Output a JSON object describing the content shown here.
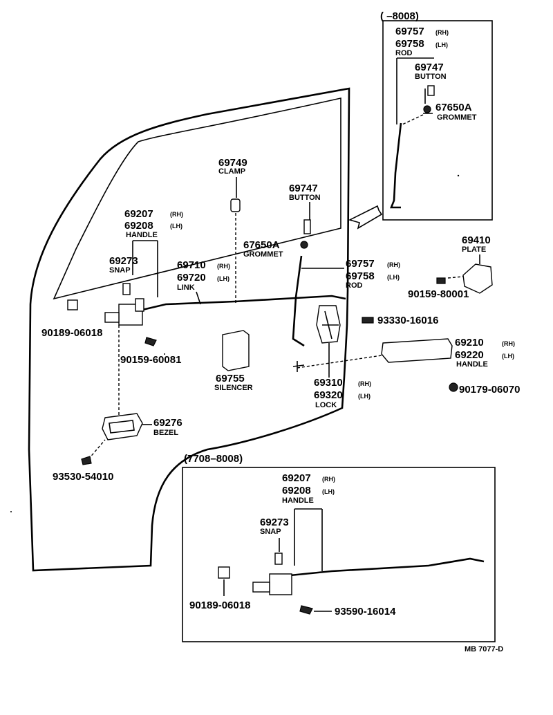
{
  "insets": {
    "top_right": {
      "range": "(      –8008)",
      "rod_rh": "69757",
      "rod_rh_side": "(RH)",
      "rod_lh": "69758",
      "rod_lh_side": "(LH)",
      "rod_name": "ROD",
      "button_no": "69747",
      "button_name": "BUTTON",
      "grommet_no": "67650A",
      "grommet_name": "GROMMET"
    },
    "bottom": {
      "range": "(7708–8008)",
      "handle_rh": "69207",
      "handle_rh_side": "(RH)",
      "handle_lh": "69208",
      "handle_lh_side": "(LH)",
      "handle_name": "HANDLE",
      "snap_no": "69273",
      "snap_name": "SNAP",
      "clip_no": "90189-06018",
      "screw_no": "93590-16014"
    }
  },
  "parts": {
    "clamp_no": "69749",
    "clamp_name": "CLAMP",
    "button_no": "69747",
    "button_name": "BUTTON",
    "handle_rh": "69207",
    "handle_rh_side": "(RH)",
    "handle_lh": "69208",
    "handle_lh_side": "(LH)",
    "handle_name": "HANDLE",
    "grommet_no": "67650A",
    "grommet_name": "GROMMET",
    "snap_no": "69273",
    "snap_name": "SNAP",
    "link_rh": "69710",
    "link_rh_side": "(RH)",
    "link_lh": "69720",
    "link_lh_side": "(LH)",
    "link_name": "LINK",
    "rod_rh": "69757",
    "rod_rh_side": "(RH)",
    "rod_lh": "69758",
    "rod_lh_side": "(LH)",
    "rod_name": "ROD",
    "plate_no": "69410",
    "plate_name": "PLATE",
    "screw_80001": "90159-80001",
    "clip_06018": "90189-06018",
    "screw_93330": "93330-16016",
    "screw_60081": "90159-60081",
    "silencer_no": "69755",
    "silencer_name": "SILENCER",
    "outer_handle_rh": "69210",
    "outer_handle_rh_side": "(RH)",
    "outer_handle_lh": "69220",
    "outer_handle_lh_side": "(LH)",
    "outer_handle_name": "HANDLE",
    "lock_rh": "69310",
    "lock_rh_side": "(RH)",
    "lock_lh": "69320",
    "lock_lh_side": "(LH)",
    "lock_name": "LOCK",
    "nut_06070": "90179-06070",
    "bezel_no": "69276",
    "bezel_name": "BEZEL",
    "screw_54010": "93530-54010"
  },
  "figure_id": "MB 7077-D"
}
